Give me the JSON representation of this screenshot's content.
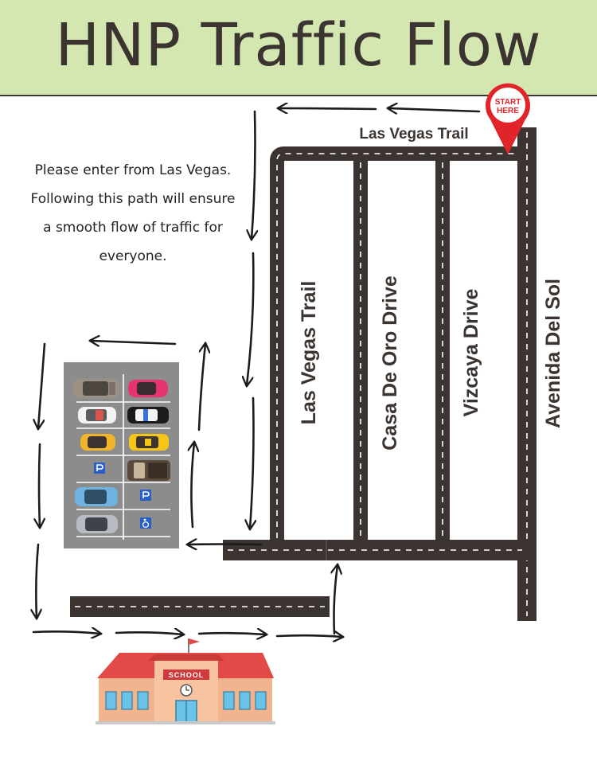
{
  "title": "HNP Traffic Flow",
  "instructions": "Please enter from Las Vegas.  Following this path will ensure a smooth flow of traffic for everyone.",
  "start_marker": {
    "line1": "START",
    "line2": "HERE",
    "color": "#e1242a"
  },
  "streets": {
    "top": "Las Vegas Trail",
    "vertical_1": "Las Vegas Trail",
    "vertical_2": "Casa De Oro Drive",
    "vertical_3": "Vizcaya Drive",
    "vertical_4": "Avenida Del Sol"
  },
  "school": {
    "sign": "SCHOOL"
  },
  "colors": {
    "header_bg": "#d5e7b1",
    "road": "#3b3430",
    "lane_marking": "#ffffff",
    "arrow": "#1c1c1c",
    "parking_lot": "#8c8c8c",
    "roof": "#e24a47",
    "building": "#f2b48f"
  }
}
